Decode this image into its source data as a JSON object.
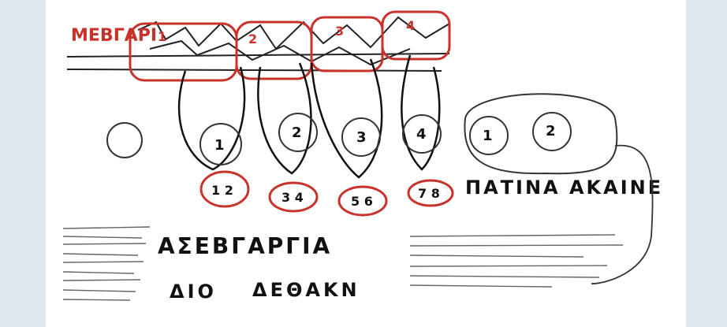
{
  "labels": {
    "top_left": "ΜΕΒΓΑΡΙ",
    "main_left": "ΑΣΕΒΓΑΡΓΙΑ",
    "bottom_left_a": "ΔΙΟ",
    "bottom_left_b": "ΔΕΘΑΚΝ",
    "right_title": "ΠΑΤΙΝΑ ΑΚΑΙΝΕ"
  },
  "digits": {
    "turtle_1": "1",
    "turtle_2": "2",
    "turtle_3": "3",
    "turtle_4": "4",
    "turtle_5": "1",
    "turtle_6": "2",
    "box_1": "1",
    "box_2": "2",
    "box_3": "3",
    "box_4": "4"
  },
  "pair_labels": [
    "1 2",
    "3 4",
    "5 6",
    "7 8"
  ],
  "colors": {
    "background": "#dfe6f0",
    "paper": "#ffffff",
    "ink": "#111111",
    "red_ink": "#c8322a"
  }
}
